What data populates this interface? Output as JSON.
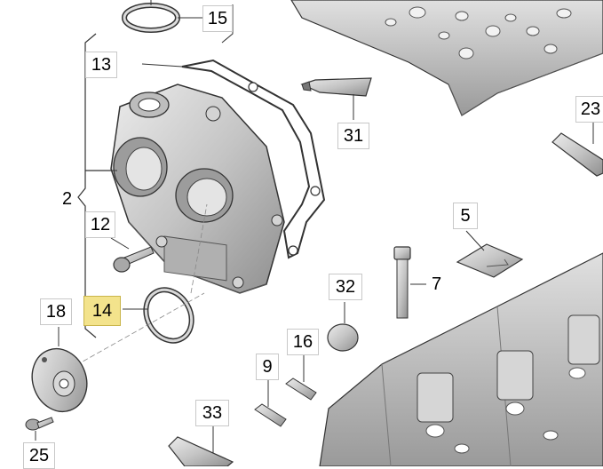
{
  "callouts": {
    "p15": "15",
    "p13": "13",
    "p31": "31",
    "p2": "2",
    "p12": "12",
    "p14": "14",
    "p18": "18",
    "p25": "25",
    "p5": "5",
    "p7": "7",
    "p32": "32",
    "p16": "16",
    "p9": "9",
    "p33": "33",
    "p23": "23"
  },
  "highlighted_part": "14",
  "colors": {
    "highlight": "#f3e38c",
    "part_fill": "#cfcfcf",
    "part_dark": "#8e8e8e",
    "line": "#333333"
  }
}
